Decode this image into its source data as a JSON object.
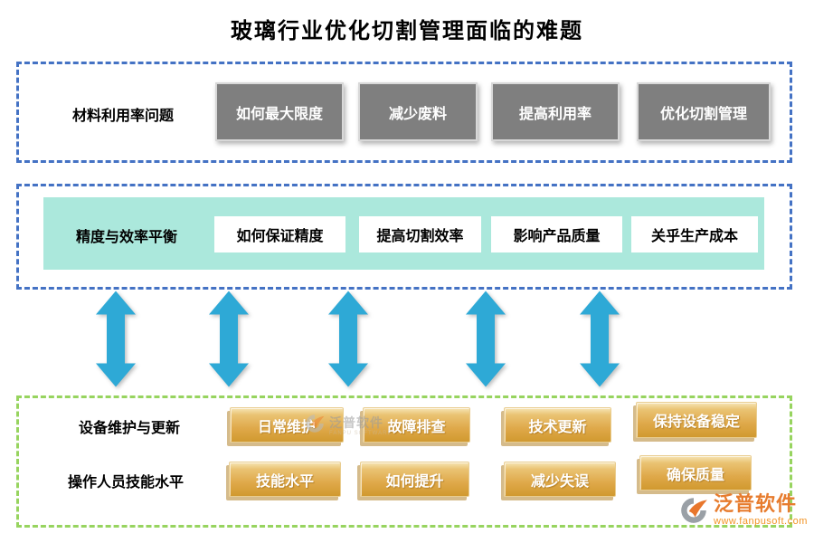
{
  "title": "玻璃行业优化切割管理面临的难题",
  "sections": {
    "material": {
      "label": "材料利用率问题",
      "items": [
        "如何最大限度",
        "减少废料",
        "提高利用率",
        "优化切割管理"
      ]
    },
    "precision": {
      "label": "精度与效率平衡",
      "items": [
        "如何保证精度",
        "提高切割效率",
        "影响产品质量",
        "关乎生产成本"
      ]
    },
    "equipment": {
      "label": "设备维护与更新",
      "items": [
        "日常维护",
        "故障排查",
        "技术更新",
        "保持设备稳定"
      ]
    },
    "operator": {
      "label": "操作人员技能水平",
      "items": [
        "技能水平",
        "如何提升",
        "减少失误",
        "确保质量"
      ]
    }
  },
  "arrows": {
    "count": 5,
    "direction": "vertical-double"
  },
  "watermark": {
    "brand": "泛普软件",
    "brand_en": "FANPU SOFTWARE"
  },
  "footer": {
    "brand": "泛普软件",
    "url": "www.fanpusoft.com"
  },
  "colors": {
    "dashed_blue": "#4472c4",
    "dashed_green": "#97d45f",
    "gray_chip": "#7f7f7f",
    "teal_panel": "#abe8dc",
    "gold_chip": "#dfa94a",
    "arrow_blue": "#2ea9d6",
    "brand_orange": "#e77c2e"
  }
}
